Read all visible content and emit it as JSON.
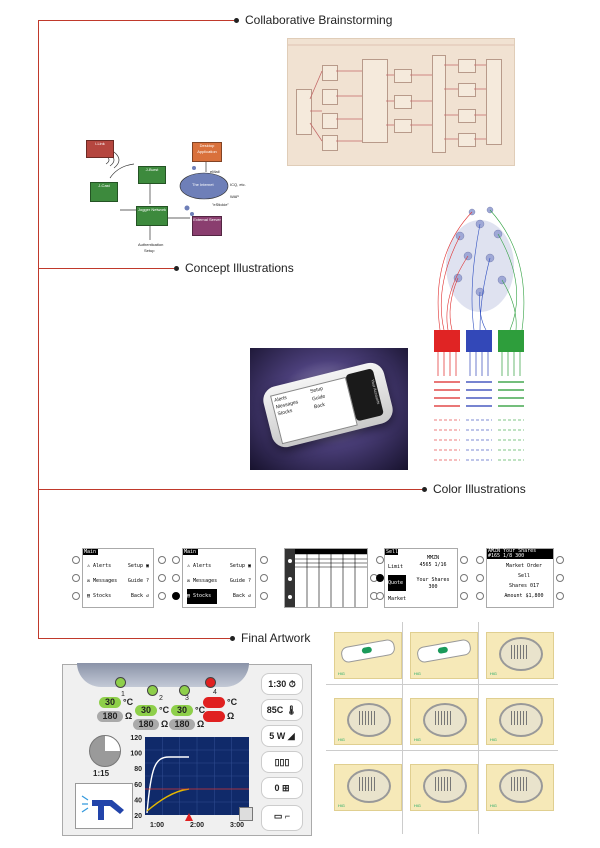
{
  "sections": {
    "brainstorm": "Collaborative Brainstorming",
    "concept": "Concept Illustrations",
    "color": "Color Illustrations",
    "final": "Final Artwork"
  },
  "concept_diagram": {
    "nodes": [
      "i-Link",
      "J-Cast",
      "J-Burst",
      "Desktop Application",
      "The Internet",
      "Jogger Network",
      "External Server"
    ],
    "labels": [
      "eMail",
      "ICQ, etc.",
      "WAP",
      "\"eStickie\"",
      "Authentication",
      "Setup"
    ],
    "colors": {
      "red": "#b5463f",
      "green": "#3d8a3d",
      "orange": "#d9713c",
      "blue": "#6e7fb8",
      "purple": "#8a3e6f"
    }
  },
  "device": {
    "menu": [
      "Alerts",
      "Messages",
      "Stocks",
      "Setup",
      "Guide",
      "Back"
    ],
    "screen_text": "Your Accounts"
  },
  "lcd_panels": {
    "p1": {
      "title": "Main",
      "left": [
        "Alerts",
        "Messages",
        "Stocks"
      ],
      "right": [
        "Setup",
        "Guide",
        "Back"
      ]
    },
    "p2": {
      "title": "Main",
      "left": [
        "Alerts",
        "Messages",
        "Stocks"
      ],
      "right": [
        "Setup",
        "Guide",
        "Back"
      ]
    },
    "p4": {
      "title": "Sell",
      "left": [
        "Limit",
        "Quote",
        "Market"
      ],
      "lines": [
        "MMZN",
        "4565 1/16",
        "Your Shares",
        "300"
      ]
    },
    "p5": {
      "header": "AMZN    Your Shares",
      "header2": "#165 1/8      300",
      "lines": [
        "Market Order",
        "Sell",
        "Shares   017",
        "Amount  $1,800"
      ]
    }
  },
  "control_panel": {
    "temps": [
      {
        "n": "1",
        "temp": "30",
        "unit": "°C",
        "ohm": "180",
        "ohm_unit": "Ω"
      },
      {
        "n": "2",
        "temp": "30",
        "unit": "°C",
        "ohm": "180",
        "ohm_unit": "Ω"
      },
      {
        "n": "3",
        "temp": "30",
        "unit": "°C",
        "ohm": "180",
        "ohm_unit": "Ω"
      },
      {
        "n": "4",
        "temp": "",
        "unit": "°C",
        "ohm": "",
        "ohm_unit": "Ω"
      }
    ],
    "side_buttons": [
      "1:30",
      "85C",
      "5 W",
      "",
      "0"
    ],
    "timer": "1:15",
    "sub_label": "1",
    "chart_y_ticks": [
      "120",
      "100",
      "80",
      "60",
      "40",
      "20"
    ],
    "chart_x_ticks": [
      "1:00",
      "2:00",
      "3:00"
    ],
    "line_color": "#ffffff",
    "curve_color": "#e6b800",
    "accent_green": "#8ecf4a",
    "accent_red": "#e02020"
  },
  "thumbs": {
    "labels": [
      "HiG",
      "HiG",
      "HiG",
      "HiG",
      "HiG",
      "HiG",
      "HiG",
      "HiG",
      "HiG"
    ]
  }
}
